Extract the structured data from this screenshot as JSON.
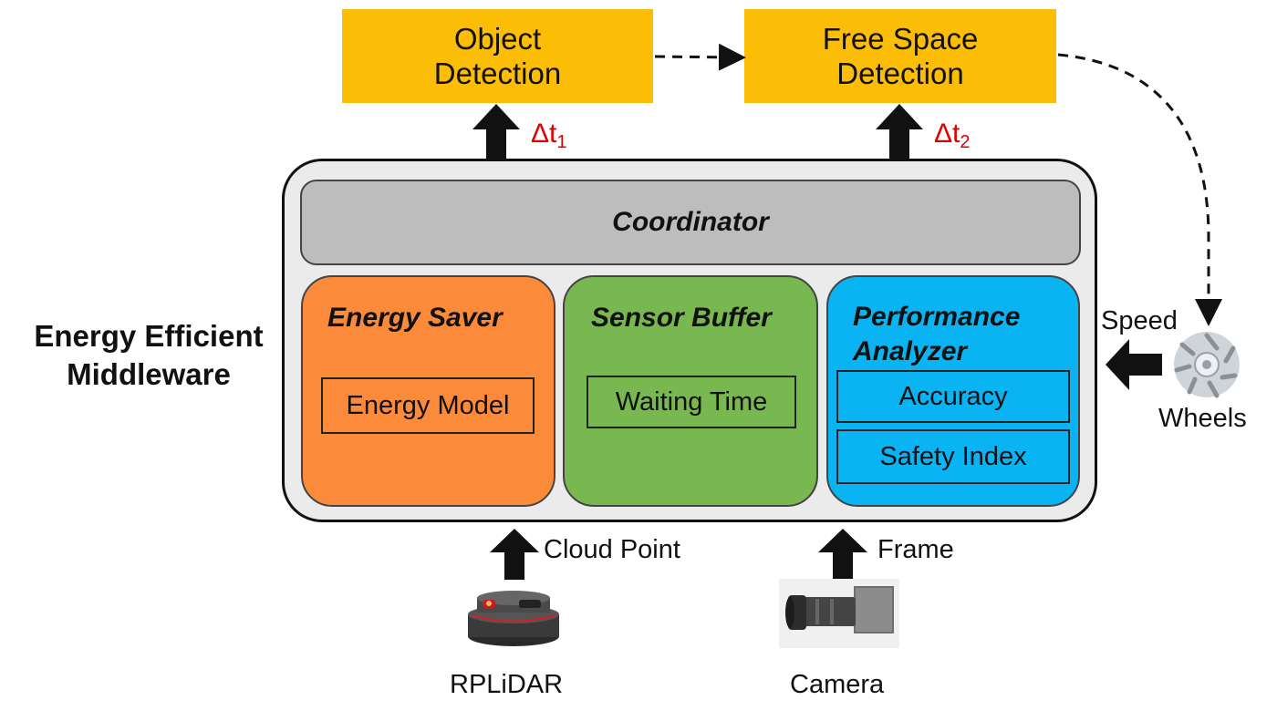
{
  "detections": {
    "object": {
      "line1": "Object",
      "line2": "Detection"
    },
    "free_space": {
      "line1": "Free Space",
      "line2": "Detection"
    }
  },
  "deltas": {
    "t1": {
      "base": "Δt",
      "sub": "1"
    },
    "t2": {
      "base": "Δt",
      "sub": "2"
    }
  },
  "middleware": {
    "label_line1": "Energy Efficient",
    "label_line2": "Middleware",
    "coordinator": "Coordinator",
    "energy_saver": {
      "title": "Energy Saver",
      "model": "Energy Model"
    },
    "sensor_buffer": {
      "title": "Sensor Buffer",
      "item": "Waiting Time"
    },
    "performance_analyzer": {
      "title_line1": "Performance",
      "title_line2": "Analyzer",
      "items": [
        "Accuracy",
        "Safety Index"
      ]
    }
  },
  "inputs": {
    "cloud_point": "Cloud Point",
    "frame": "Frame",
    "speed": "Speed"
  },
  "devices": {
    "lidar": "RPLiDAR",
    "camera": "Camera",
    "wheels": "Wheels"
  },
  "colors": {
    "detection": "#fbbd05",
    "energy_saver": "#fb8a3a",
    "sensor_buffer": "#79b851",
    "performance_analyzer": "#0ab3f1",
    "coordinator": "#bdbdbd",
    "middleware_bg": "#ebebeb",
    "delta": "#e00000"
  },
  "icons": {
    "lidar": "rplidar-sensor-icon",
    "camera": "industrial-camera-icon",
    "wheels": "mecanum-wheel-icon"
  }
}
